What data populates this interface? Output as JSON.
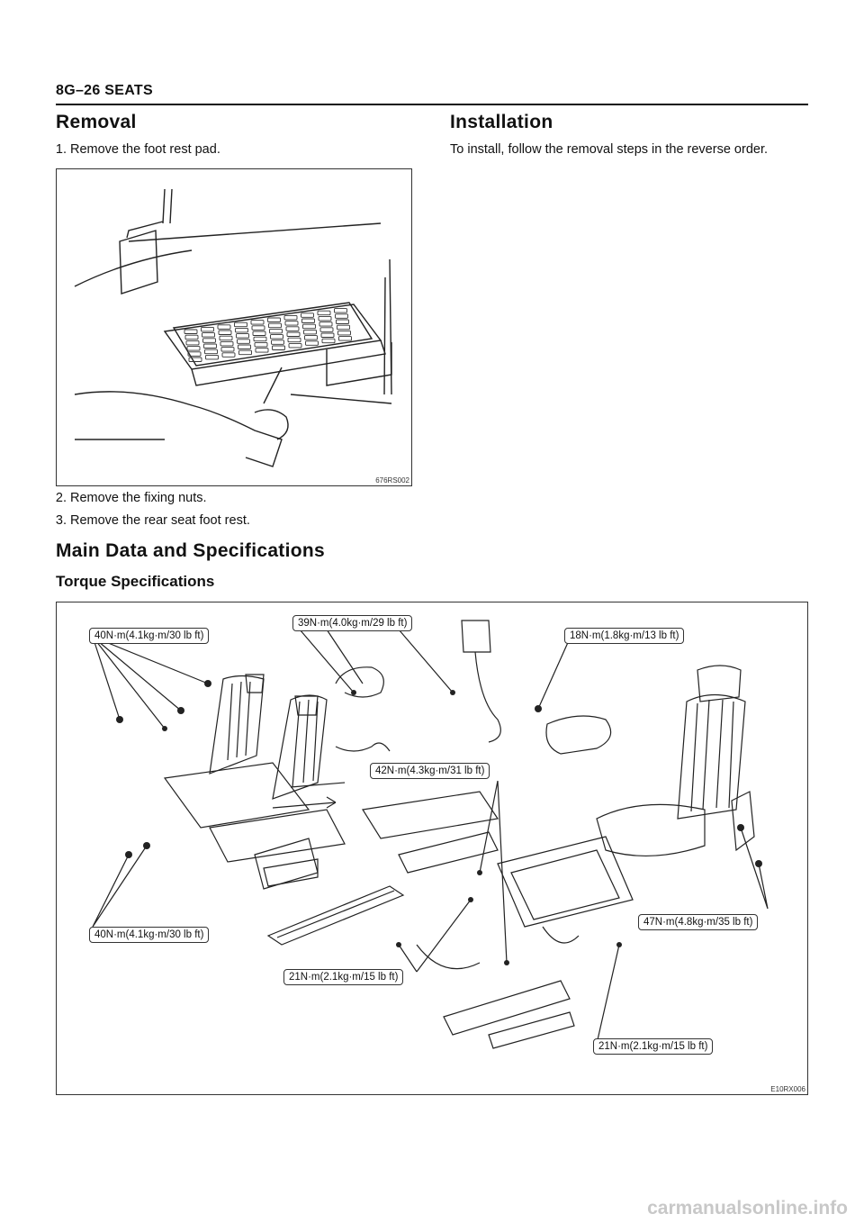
{
  "header": {
    "text": "8G–26   SEATS"
  },
  "removal": {
    "heading": "Removal",
    "steps": [
      {
        "num": "1.",
        "text": "Remove the foot rest pad."
      },
      {
        "num": "2.",
        "text": "Remove the fixing nuts."
      },
      {
        "num": "3.",
        "text": "Remove the rear seat foot rest."
      }
    ],
    "figure_code": "676RS002"
  },
  "installation": {
    "heading": "Installation",
    "text": "To install, follow the removal steps in the reverse order."
  },
  "specs": {
    "heading": "Main Data and Specifications",
    "subheading": "Torque Specifications",
    "figure_code": "E10RX006",
    "labels": [
      "40N·m(4.1kg·m/30 lb ft)",
      "39N·m(4.0kg·m/29 lb ft)",
      "18N·m(1.8kg·m/13 lb ft)",
      "42N·m(4.3kg·m/31 lb ft)",
      "40N·m(4.1kg·m/30 lb ft)",
      "47N·m(4.8kg·m/35 lb ft)",
      "21N·m(2.1kg·m/15 lb ft)",
      "21N·m(2.1kg·m/15 lb ft)"
    ]
  },
  "watermark": "carmanualsonline.info"
}
